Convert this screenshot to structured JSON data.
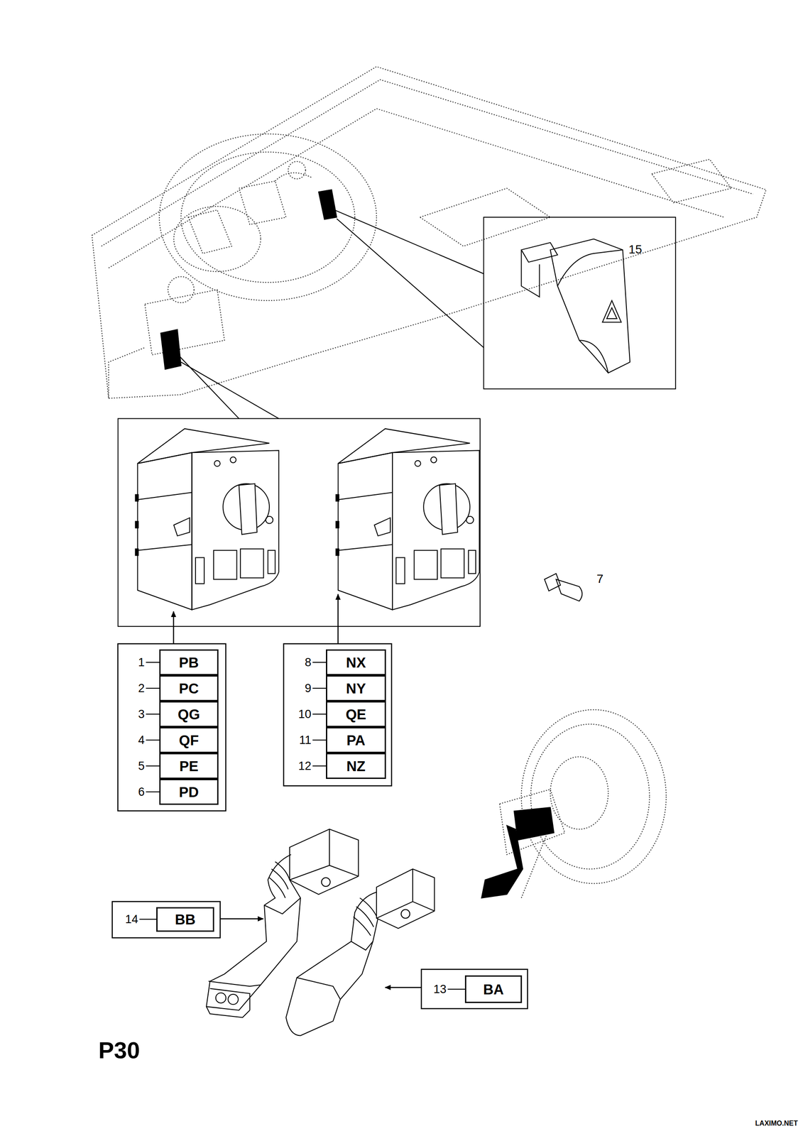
{
  "diagram": {
    "nodes": [
      {
        "text": [
          "PB"
        ]
      },
      {
        "text": [
          "PC"
        ]
      },
      {
        "text": [
          "QG"
        ]
      },
      {
        "text": [
          "QF"
        ]
      },
      {
        "text": [
          "PE"
        ]
      },
      {
        "text": [
          "PD"
        ]
      },
      {
        "text": [
          "NX"
        ]
      },
      {
        "text": [
          "NY"
        ]
      },
      {
        "text": [
          "QE"
        ]
      },
      {
        "text": [
          "PA"
        ]
      },
      {
        "text": [
          "NZ"
        ]
      },
      {
        "text": [
          "BB"
        ]
      },
      {
        "text": [
          "BA"
        ]
      }
    ],
    "labels": [
      "15",
      "7",
      "1",
      "2",
      "3",
      "4",
      "5",
      "6",
      "8",
      "9",
      "10",
      "11",
      "12",
      "14",
      "13",
      "P30",
      "LAXIMO.NET"
    ]
  }
}
